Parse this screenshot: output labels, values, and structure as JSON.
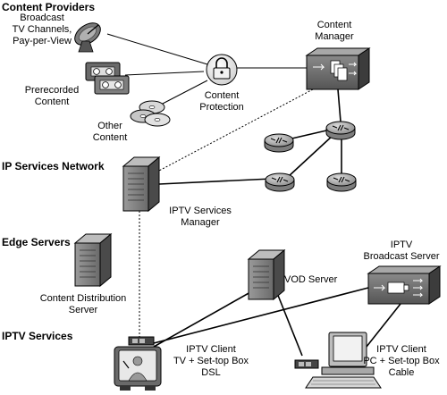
{
  "sections": {
    "content_providers": "Content Providers",
    "ip_services_network": "IP Services Network",
    "edge_servers": "Edge Servers",
    "iptv_services": "IPTV Services"
  },
  "labels": {
    "broadcast": "Broadcast\nTV Channels,\nPay-per-View",
    "prerecorded": "Prerecorded\nContent",
    "other": "Other\nContent",
    "content_protection": "Content\nProtection",
    "content_manager": "Content\nManager",
    "iptv_services_manager": "IPTV Services\nManager",
    "content_distribution_server": "Content Distribution\nServer",
    "vod_server": "VOD Server",
    "iptv_broadcast_server": "IPTV\nBroadcast Server",
    "iptv_client_dsl": "IPTV Client\nTV + Set-top Box\nDSL",
    "iptv_client_cable": "IPTV Client\nPC + Set-top Box\nCable"
  }
}
